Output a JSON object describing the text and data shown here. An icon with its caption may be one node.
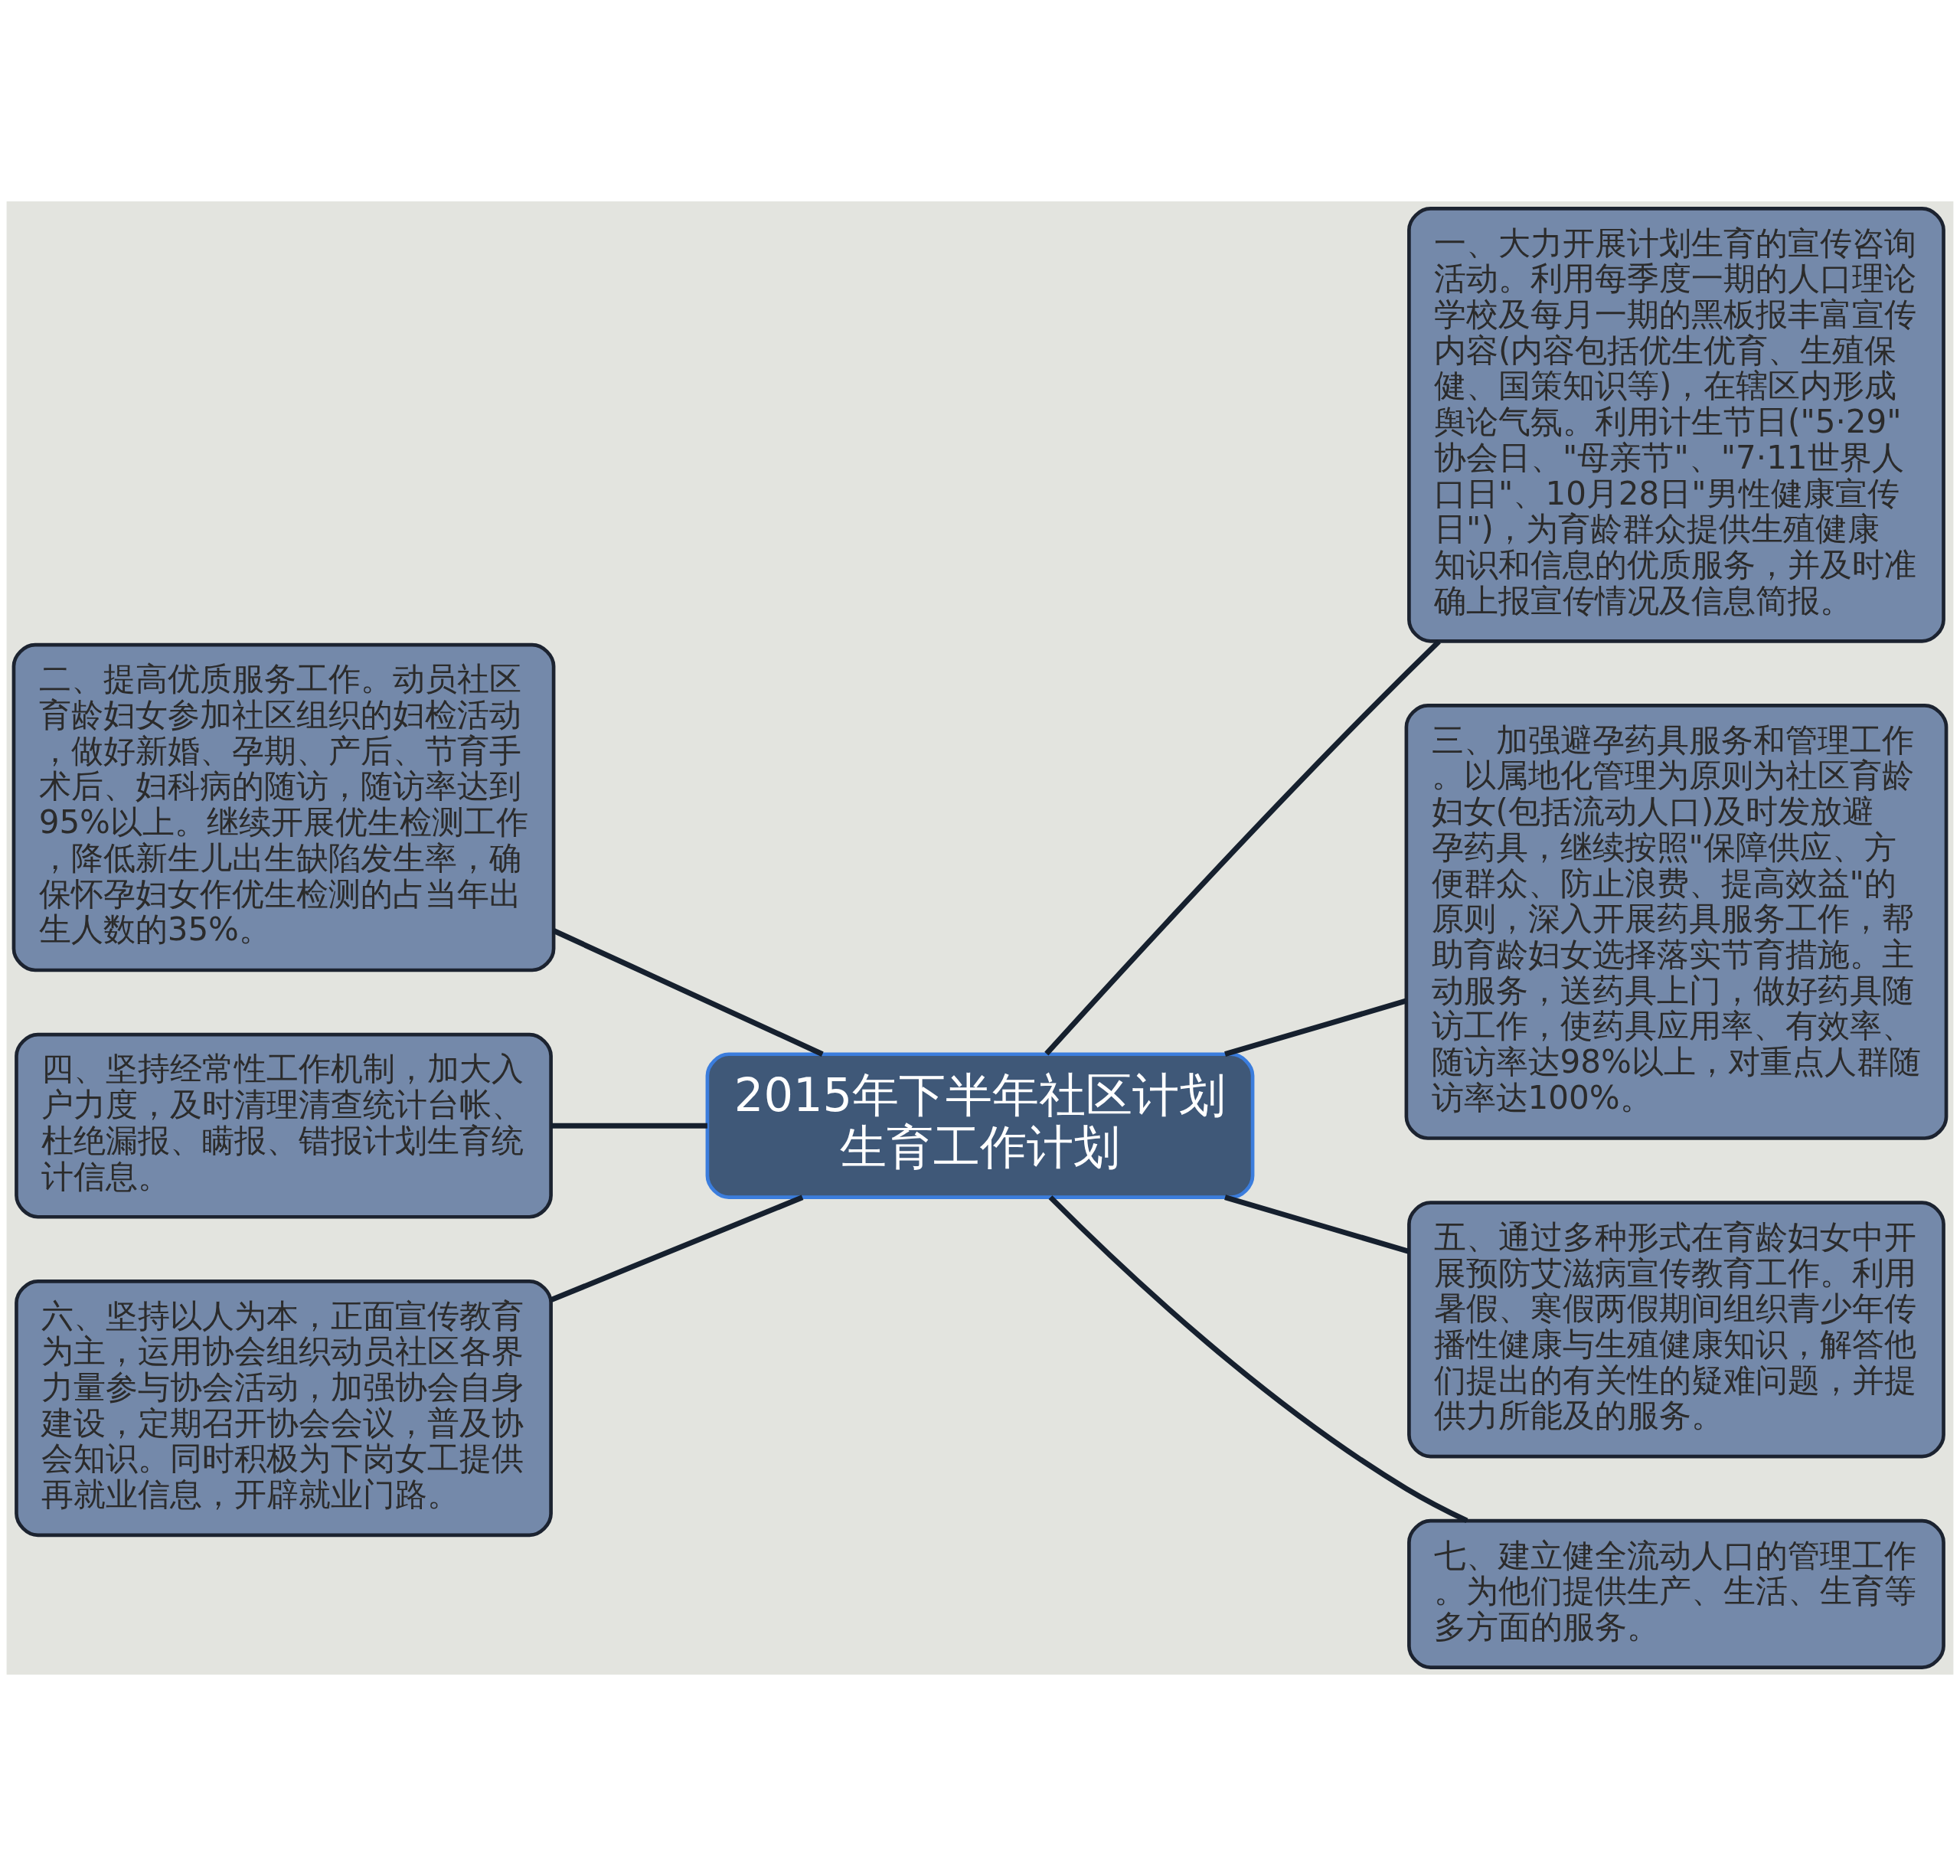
{
  "diagram": {
    "nodes": [
      {
        "text": [
          "2015年下半年社区计划生育工作计划"
        ]
      },
      {
        "text": [
          "一、大力开展计划生育的宣传咨询活动。利用每季度一期的人口理论学校及每月一期的黑板报丰富宣传内容(内容包括优生优育、生殖保健、国策知识等)，在辖区内形成舆论气氛。利用计生节日(\"5·29\"协会日、\"母亲节\"、\"7·11世界人口日\"、10月28日\"男性健康宣传日\")，为育龄群众提供生殖健康知识和信息的优质服务，并及时准确上报宣传情况及信息简报。"
        ]
      },
      {
        "text": [
          "二、提高优质服务工作。动员社区育龄妇女参加社区组织的妇检活动，做好新婚、孕期、产后、节育手术后、妇科病的随访，随访率达到95%以上。继续开展优生检测工作，降低新生儿出生缺陷发生率，确保怀孕妇女作优生检测的占当年出生人数的35%。"
        ]
      },
      {
        "text": [
          "三、加强避孕药具服务和管理工作。以属地化管理为原则为社区育龄妇女(包括流动人口)及时发放避孕药具，继续按照\"保障供应、方便群众、防止浪费、提高效益\"的原则，深入开展药具服务工作，帮助育龄妇女选择落实节育措施。主动服务，送药具上门，做好药具随访工作，使药具应用率、有效率、随访率达98%以上，对重点人群随访率达100%。"
        ]
      },
      {
        "text": [
          "四、坚持经常性工作机制，加大入户力度，及时清理清查统计台帐、杜绝漏报、瞒报、错报计划生育统计信息。"
        ]
      },
      {
        "text": [
          "五、通过多种形式在育龄妇女中开展预防艾滋病宣传教育工作。利用暑假、寒假两假期间组织青少年传播性健康与生殖健康知识，解答他们提出的有关性的疑难问题，并提供力所能及的服务。"
        ]
      },
      {
        "text": [
          "六、坚持以人为本，正面宣传教育为主，运用协会组织动员社区各界力量参与协会活动，加强协会自身建设，定期召开协会会议，普及协会知识。同时积极为下岗女工提供再就业信息，开辟就业门路。"
        ]
      },
      {
        "text": [
          "七、建立健全流动人口的管理工作。为他们提供生产、生活、生育等多方面的服务。"
        ]
      }
    ],
    "edges": [
      {
        "from": 0,
        "to": 1,
        "arrow": "none"
      },
      {
        "from": 0,
        "to": 2,
        "arrow": "none"
      },
      {
        "from": 0,
        "to": 3,
        "arrow": "none"
      },
      {
        "from": 0,
        "to": 4,
        "arrow": "none"
      },
      {
        "from": 0,
        "to": 5,
        "arrow": "none"
      },
      {
        "from": 0,
        "to": 6,
        "arrow": "none"
      },
      {
        "from": 0,
        "to": 7,
        "arrow": "none"
      }
    ]
  }
}
